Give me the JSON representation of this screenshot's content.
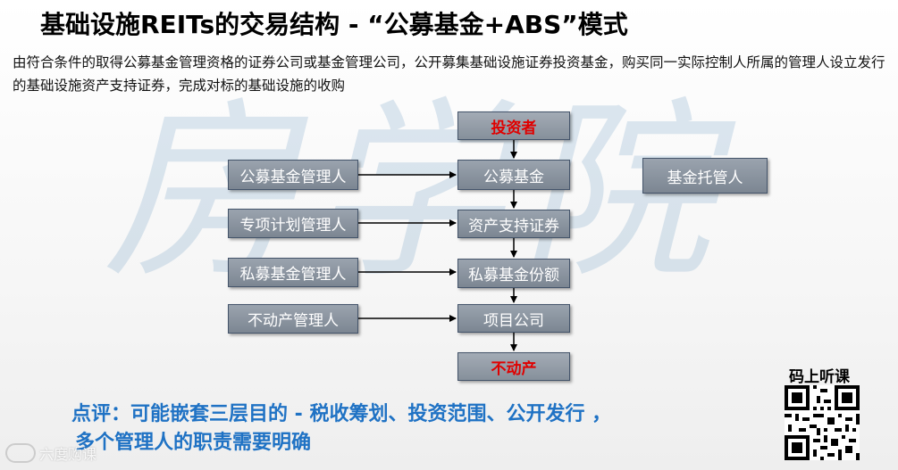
{
  "title": "基础设施REITs的交易结构 - “公募基金+ABS”模式",
  "subtitle": "由符合条件的取得公募基金管理资格的证券公司或基金管理公司，公开募集基础设施证券投资基金，购买同一实际控制人所属的管理人设立发行的基础设施资产支持证券，完成对标的基础设施的收购",
  "watermark": "房学院",
  "diagram": {
    "center": {
      "investor": "投资者",
      "public_fund": "公募基金",
      "abs": "资产支持证券",
      "private_fund_share": "私募基金份额",
      "project_company": "项目公司",
      "real_estate": "不动产"
    },
    "left": {
      "public_fund_manager": "公募基金管理人",
      "special_plan_manager": "专项计划管理人",
      "private_fund_manager": "私募基金管理人",
      "real_estate_manager": "不动产管理人"
    },
    "right": {
      "custodian": "基金托管人"
    }
  },
  "comment": {
    "line1": "点评：可能嵌套三层目的 - 税收筹划、投资范围、公开发行 ，",
    "line2": "多个管理人的职责需要明确"
  },
  "qr": {
    "label": "码上听课"
  },
  "logo": {
    "text": "六度购课",
    "icon": "six-degrees-logo-icon"
  },
  "colors": {
    "box_fill": "#8a939e",
    "box_text": "#ffffff",
    "highlight_text": "#e00000",
    "comment_text": "#1f72c4",
    "watermark": "#6496be"
  }
}
